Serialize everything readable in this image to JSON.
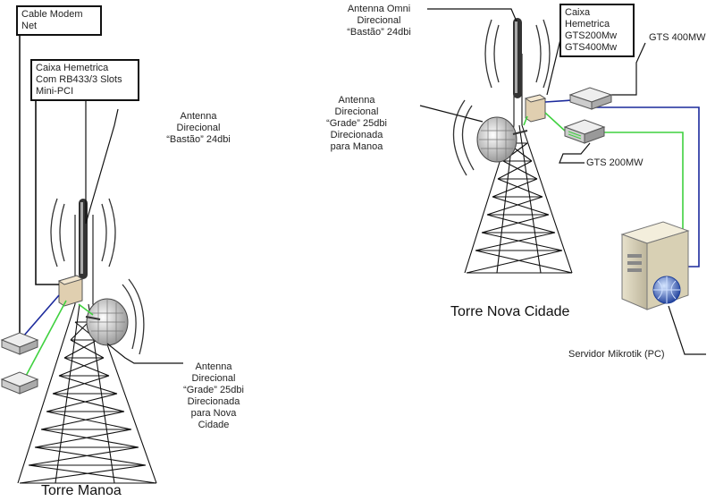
{
  "labels": {
    "cable_modem": "Cable Modem\nNet",
    "caixa_left": "Caixa Hemetrica\nCom RB433/3 Slots\nMini-PCI",
    "antenna_bastao_left": "Antenna\nDirecional\n“Bastão” 24dbi",
    "antenna_grade_left": "Antenna\nDirecional\n“Grade”  25dbi\nDirecionada\npara Nova\nCidade",
    "torre_manoa": "Torre Manoa",
    "antenna_omni": "Antenna Omni\nDirecional\n“Bastão” 24dbi",
    "caixa_right": "Caixa\nHemetrica\nGTS200Mw\nGTS400Mw",
    "gts400": "GTS 400MW",
    "antenna_grade_right": "Antenna\nDirecional\n“Grade” 25dbi\nDirecionada\npara Manoa",
    "gts200": "GTS 200MW",
    "torre_nova": "Torre Nova Cidade",
    "servidor": "Servidor Mikrotik (PC)"
  },
  "icons": {
    "tower_left": "lattice-tower-icon",
    "tower_right": "lattice-tower-icon",
    "omni_left": "stick-antenna-icon",
    "omni_right": "stick-antenna-icon",
    "dish_left": "grid-dish-antenna-icon",
    "dish_right": "grid-dish-antenna-icon",
    "enclosure_left": "enclosure-box-icon",
    "enclosure_right": "enclosure-box-icon",
    "router_1": "router-icon",
    "router_2": "router-icon",
    "switch_1": "switch-icon",
    "switch_2": "switch-icon",
    "server": "server-tower-icon",
    "globe": "globe-icon"
  },
  "colors": {
    "blue_link": "#1c2a9c",
    "green_link": "#3fd13f",
    "black_link": "#111111"
  }
}
